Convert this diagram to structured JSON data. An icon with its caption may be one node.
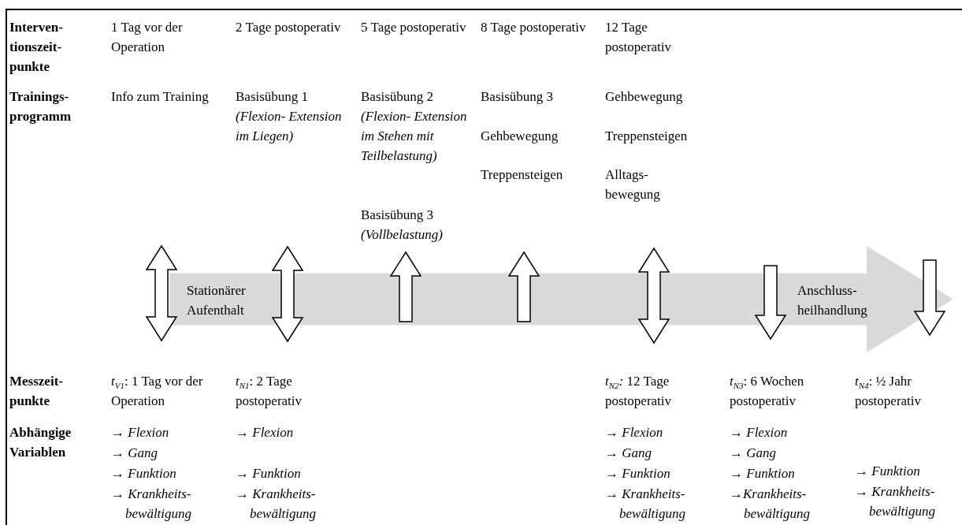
{
  "diagram": {
    "nodes": [
      {
        "text": [
          "Stationärer Aufenthalt",
          "Anschluss- heilhandlung"
        ]
      }
    ],
    "labels": [
      "Interven- tionszeit- punkte",
      "1 Tag vor der Operation",
      "2 Tage postoperativ",
      "5 Tage postoperativ",
      "8 Tage postoperativ",
      "12 Tage postoperativ",
      "Trainings- programm",
      "Info zum Training",
      "Basisübung 1 *(Flexion- Extension im Liegen)*",
      "Basisübung 2 *(Flexion- Extension im Stehen mit Teilbelastung)*",
      "Basisübung 3",
      "Gehbewegung",
      "Gehbewegung",
      "Treppensteigen",
      "Treppensteigen",
      "Alltags- bewegung",
      "Basisübung 3 *(Vollbelastung)*",
      "Messzeit- punkte",
      "*t*$_{V1}$: 1 Tag vor der Operation",
      "*t*$_{N1}$: 2 Tage postoperativ",
      "*t*$_{N2}$*:* 12 Tage postoperativ",
      "*t*$_{N3}$: 6 Wochen postoperativ",
      "*t*$_{N4}$: ½ Jahr postoperativ",
      "Abhängige Variablen",
      "→ *Flexion*",
      "→ *Flexion*",
      "→ *Flexion*",
      "→ *Flexion*",
      "→ *Gang*",
      "→ *Gang*",
      "→ *Gang*",
      "→ *Funktion*",
      "→ *Funktion*",
      "→ *Funktion*",
      "→ *Funktion*",
      "→ *Funktion*",
      "→ *Krankheits- bewältigung*",
      "→ *Krankheits- bewältigung*",
      "→ *Krankheits- bewältigung*",
      "→*Krankheits- bewältigung*",
      "→ *Krankheits- bewältigung*"
    ]
  }
}
